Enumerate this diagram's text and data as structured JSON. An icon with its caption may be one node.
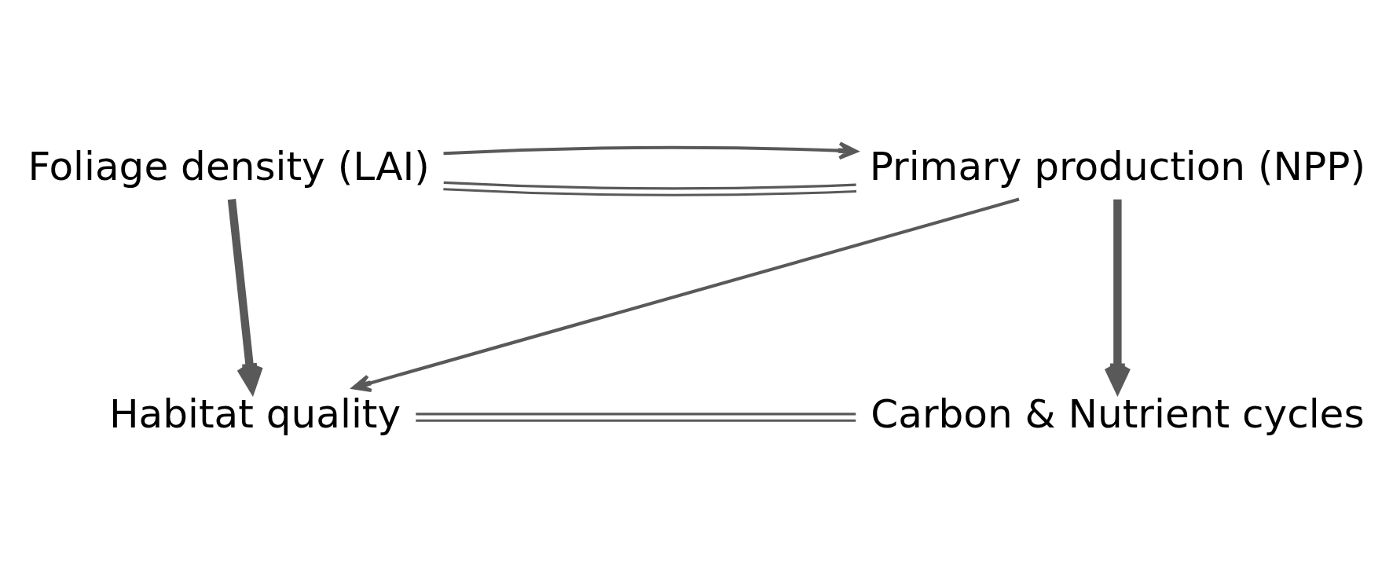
{
  "diagram": {
    "nodes": [
      {
        "text": [
          "Foliage density (LAI)"
        ]
      },
      {
        "text": [
          "Primary production (NPP)"
        ]
      },
      {
        "text": [
          "Habitat quality"
        ]
      },
      {
        "text": [
          "Carbon & Nutrient cycles"
        ]
      }
    ],
    "edges": [
      {
        "from": 0,
        "to": 1,
        "arrow": "none"
      },
      {
        "from": 0,
        "to": 1,
        "arrow": "to"
      },
      {
        "from": 0,
        "to": 2,
        "arrow": "to",
        "style": "thick"
      },
      {
        "from": 1,
        "to": 2,
        "arrow": "to"
      },
      {
        "from": 1,
        "to": 3,
        "arrow": "to",
        "style": "thick"
      },
      {
        "from": 2,
        "to": 3,
        "arrow": "none"
      }
    ]
  }
}
